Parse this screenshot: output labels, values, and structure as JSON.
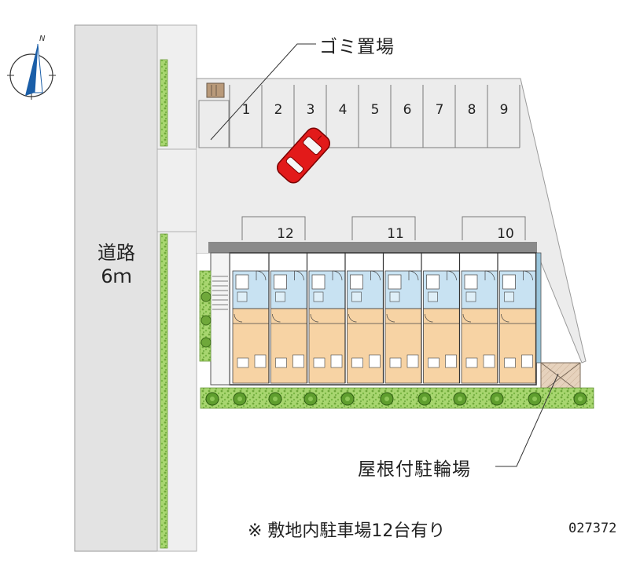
{
  "compass": {
    "north_label": "N",
    "icon": "compass-icon"
  },
  "road": {
    "name": "道路",
    "width": "6ｍ"
  },
  "labels": {
    "garbage": "ゴミ置場",
    "bicycle_parking": "屋根付駐輪場",
    "note": "※ 敷地内駐車場12台有り",
    "code": "027372"
  },
  "parking": {
    "top_row": [
      "1",
      "2",
      "3",
      "4",
      "5",
      "6",
      "7",
      "8",
      "9"
    ],
    "middle_row": [
      "12",
      "11",
      "10"
    ],
    "total_spaces": 12
  },
  "building": {
    "unit_count": 8
  },
  "colors": {
    "road": "#e2e2e2",
    "lot": "#ebebeb",
    "hedge": "#9acd5a",
    "unit_kitchen": "#c8e2f2",
    "unit_room": "#f7d3a4",
    "roof": "#8a8a8a",
    "car": "#e21a1a",
    "bike_shelter": "#e2cdb8"
  }
}
